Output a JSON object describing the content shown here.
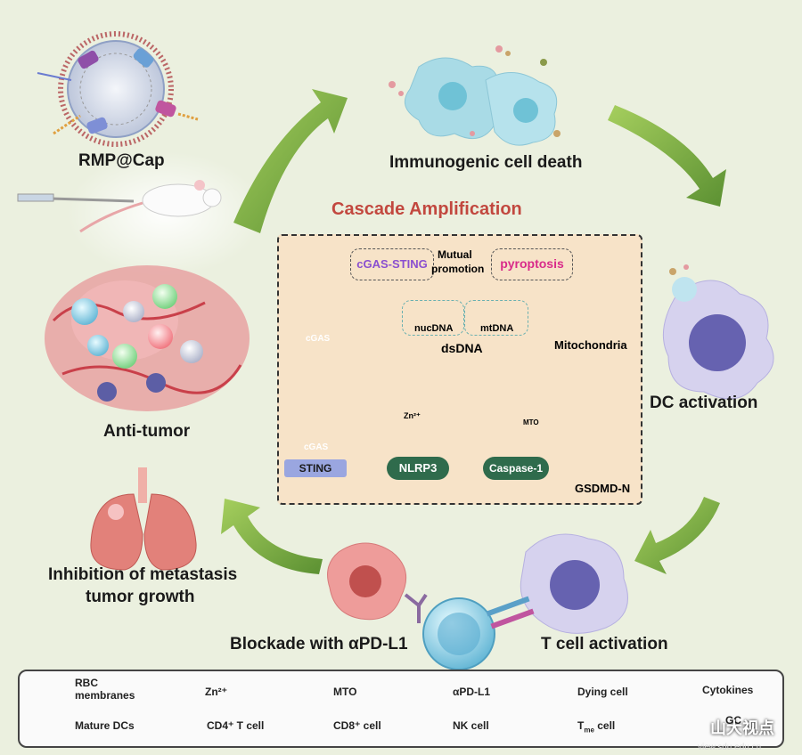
{
  "labels": {
    "rmp_cap": "RMP@Cap",
    "icd": "Immunogenic cell death",
    "dc_activation": "DC activation",
    "t_cell_activation": "T cell activation",
    "blockade": "Blockade with αPD-L1",
    "inhibition_line1": "Inhibition of metastasis",
    "inhibition_line2": "tumor growth",
    "anti_tumor": "Anti-tumor"
  },
  "cascade": {
    "title": "Cascade Amplification",
    "cgas_sting": "cGAS-STING",
    "mutual": "Mutual",
    "promotion": "promotion",
    "pyroptosis": "pyroptosis",
    "nucdna": "nucDNA",
    "mtdna": "mtDNA",
    "dsdna": "dsDNA",
    "mitochondria": "Mitochondria",
    "cgas_top": "cGAS",
    "cgas_bottom": "cGAS",
    "sting": "STING",
    "nlrp3": "NLRP3",
    "caspase": "Caspase-1",
    "gsdmd": "GSDMD-N",
    "zn": "Zn²⁺",
    "mto": "MTO"
  },
  "legend": {
    "rbc1": "RBC",
    "rbc2": "membranes",
    "zn": "Zn²⁺",
    "mto": "MTO",
    "apdl1": "αPD-L1",
    "dying": "Dying cell",
    "cytokines": "Cytokines",
    "mature_dcs": "Mature DCs",
    "cd4": "CD4⁺ T cell",
    "cd8": "CD8⁺ cell",
    "nk": "NK cell",
    "tme_T": "T",
    "tme_sub": "me",
    "tme_cell": " cell",
    "tumor": "GC"
  },
  "watermark": {
    "main": "山大视点",
    "url": "view.sdu.edu.cn"
  },
  "colors": {
    "background": "#ebf0df",
    "arrow_green": "#74a83a",
    "cascade_title": "#c2483f",
    "panel_bg": "#f7e3c8",
    "pill_green": "#2f6b4c",
    "sting_bg": "#9aa6e0",
    "magenta": "#d92b8a",
    "purple": "#9b7ce0"
  }
}
